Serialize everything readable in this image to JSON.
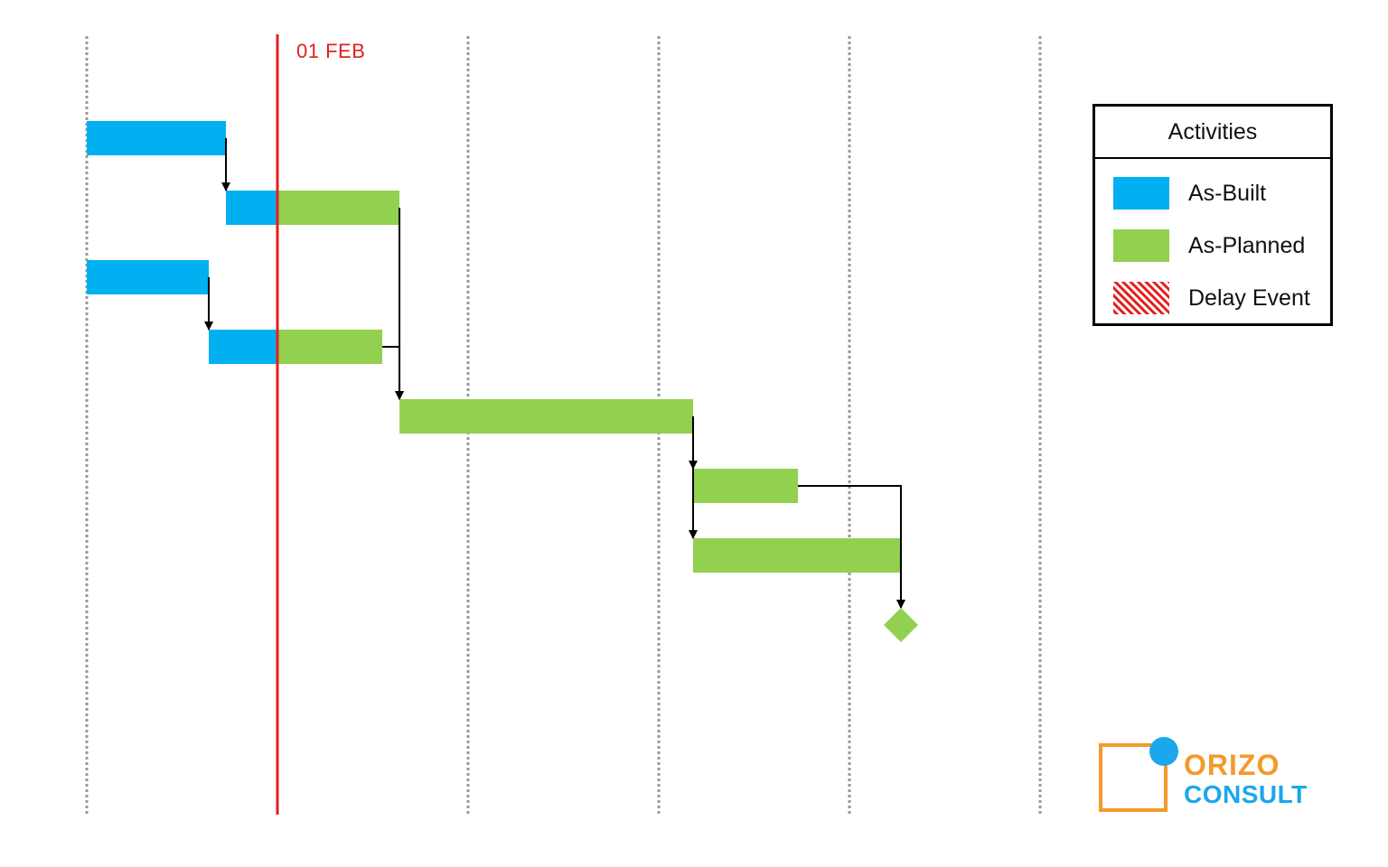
{
  "date_line": {
    "label": "01 FEB",
    "color": "#e41e1e"
  },
  "colors": {
    "as_built": "#00b0f0",
    "as_planned": "#92d050",
    "delay_event": "#e41e1e",
    "gridline": "#999999",
    "arrow": "#000000"
  },
  "activities": [
    {
      "id": "a1",
      "row": 1,
      "built": [
        0,
        0.73
      ]
    },
    {
      "id": "a2",
      "row": 2,
      "built": [
        0.73,
        1.0
      ],
      "planned": [
        1.0,
        1.64
      ]
    },
    {
      "id": "a3",
      "row": 3,
      "built": [
        0,
        0.64
      ]
    },
    {
      "id": "a4",
      "row": 4,
      "built": [
        0.64,
        1.0
      ],
      "planned": [
        1.0,
        1.55
      ]
    },
    {
      "id": "a5",
      "row": 5,
      "planned": [
        1.64,
        3.18
      ]
    },
    {
      "id": "a6",
      "row": 6,
      "planned": [
        3.18,
        3.73
      ]
    },
    {
      "id": "a7",
      "row": 7,
      "planned": [
        3.18,
        4.27
      ]
    }
  ],
  "milestone": {
    "row": 8,
    "at": 4.27,
    "color": "#92d050"
  },
  "dependencies": [
    {
      "from": "a1",
      "to": "a2"
    },
    {
      "from": "a3",
      "to": "a4"
    },
    {
      "from": "a2",
      "to": "a5"
    },
    {
      "from": "a4",
      "to": "a5"
    },
    {
      "from": "a5",
      "to": "a6"
    },
    {
      "from": "a5",
      "to": "a7"
    },
    {
      "from": "a6",
      "to": "milestone"
    },
    {
      "from": "a7",
      "to": "milestone"
    }
  ],
  "legend": {
    "title": "Activities",
    "items": [
      {
        "label": "As-Built",
        "swatch": "as_built"
      },
      {
        "label": "As-Planned",
        "swatch": "as_planned"
      },
      {
        "label": "Delay Event",
        "swatch": "delay_event"
      }
    ]
  },
  "logo": {
    "word1": "ORIZO",
    "word2": "CONSULT"
  }
}
